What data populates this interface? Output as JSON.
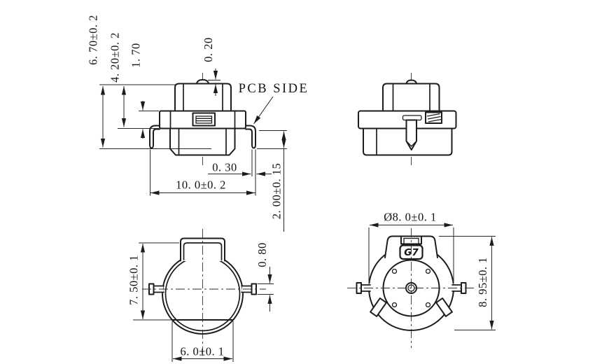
{
  "colors": {
    "background": "#ffffff",
    "line": "#1c1c1c"
  },
  "views": {
    "front_view": {
      "labels": {
        "pcb_side": "PCB SIDE"
      },
      "dimensions": {
        "overall_height": "6. 70±0. 2",
        "height_to_flange_bottom": "4. 20±0. 2",
        "flange_thickness": "1. 70",
        "button_protrusion": "0. 20",
        "lead_thickness": "0. 30",
        "lead_span": "10. 0±0. 2",
        "lead_length": "2. 00±0. 15"
      }
    },
    "side_view": {},
    "bottom_view": {
      "dimensions": {
        "body_height": "7. 50±0. 1",
        "side_tab_width": "0. 80",
        "bottom_flat_width": "6. 0±0. 1"
      }
    },
    "top_view": {
      "logo": "G7",
      "dimensions": {
        "outer_diameter": "Ø8. 0±0. 1",
        "overall_height": "8. 95±0. 1"
      }
    }
  }
}
